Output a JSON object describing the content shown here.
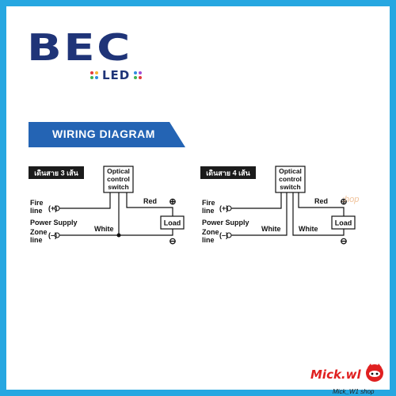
{
  "brand": {
    "logo_main": "BEC",
    "logo_sub": "LED",
    "colors": {
      "frame": "#27a7e1",
      "brand_blue": "#1f3478",
      "banner": "#2464b4"
    }
  },
  "banner": {
    "title": "WIRING DIAGRAM"
  },
  "diagrams": [
    {
      "variant_label": "เดินสาย 3 เส้น",
      "switch_label": [
        "Optical",
        "control",
        "switch"
      ],
      "fire_line": [
        "Fire",
        "line"
      ],
      "fire_sign": "(+)",
      "power_supply": "Power  Supply",
      "zone_line": [
        "Zone",
        "line"
      ],
      "zone_sign": "(–)",
      "red": "Red",
      "white": "White",
      "load": "Load",
      "plus": "⊕",
      "minus": "⊖"
    },
    {
      "variant_label": "เดินสาย 4 เส้น",
      "switch_label": [
        "Optical",
        "control",
        "switch"
      ],
      "fire_line": [
        "Fire",
        "line"
      ],
      "fire_sign": "(+)",
      "power_supply": "Power  Supply",
      "zone_line": [
        "Zone",
        "line"
      ],
      "zone_sign": "(–)",
      "red": "Red",
      "white": "White",
      "white_2": "White",
      "load": "Load",
      "plus": "⊕",
      "minus": "⊖"
    }
  ],
  "watermark": {
    "left_text": ":hop",
    "shop_logo": "Mick.wl",
    "shop_name": "Mick_W1 shop"
  }
}
